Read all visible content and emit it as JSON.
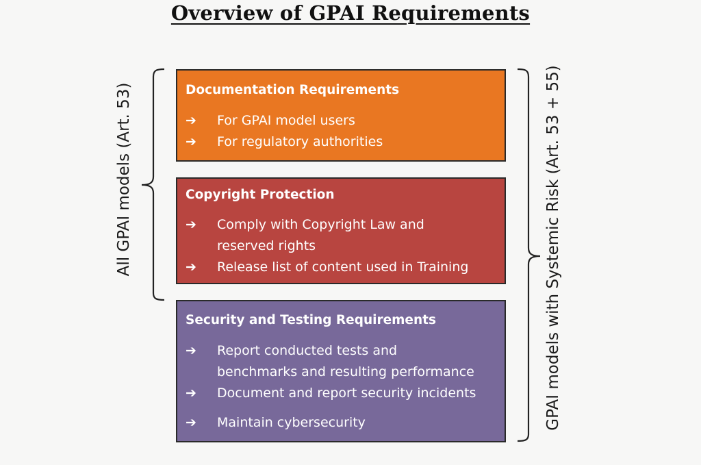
{
  "title": "Overview of GPAI Requirements",
  "left_bracket_label": "All GPAI models (Art. 53)",
  "right_bracket_label": "GPAI models with Systemic Risk (Art. 53 + 55)",
  "boxes": [
    {
      "title": "Documentation Requirements",
      "color": "#e97722",
      "items": [
        "For GPAI model users",
        "For regulatory authorities"
      ]
    },
    {
      "title": "Copyright Protection",
      "color": "#b84540",
      "items": [
        "Comply with Copyright Law and",
        "reserved rights",
        "Release list of content used in Training"
      ]
    },
    {
      "title": "Security and Testing Requirements",
      "color": "#78699a",
      "items": [
        "Report conducted tests and",
        "benchmarks and resulting performance",
        "Document and report security incidents",
        "Maintain cybersecurity"
      ]
    }
  ],
  "arrow_icon": "➔"
}
